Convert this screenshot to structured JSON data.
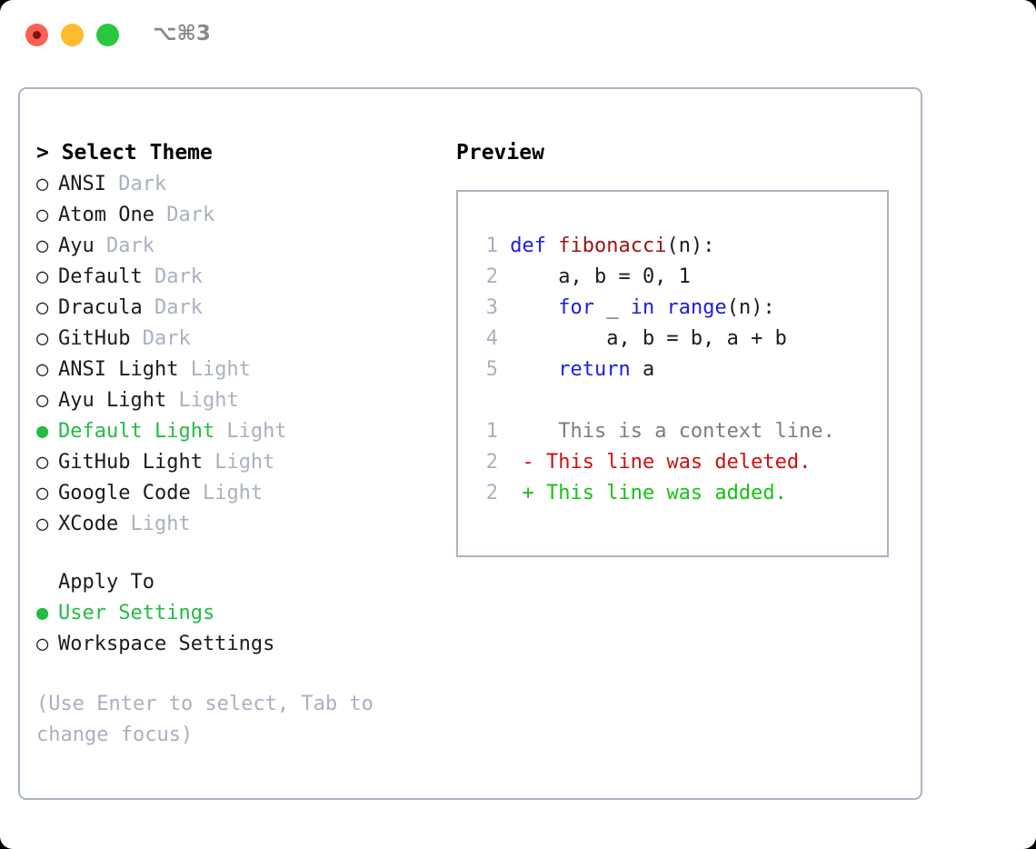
{
  "titlebar": {
    "shortcut": "⌥⌘3",
    "buttons": [
      {
        "name": "close",
        "color": "#fb5f56"
      },
      {
        "name": "minimize",
        "color": "#fdbc2e"
      },
      {
        "name": "maximize",
        "color": "#28c93f"
      }
    ]
  },
  "theme_picker": {
    "header": "> Select Theme",
    "bullet_selected": "●",
    "bullet_unselected": "○",
    "items": [
      {
        "bullet": "○",
        "name": "ANSI",
        "variant": "Dark",
        "selected": false
      },
      {
        "bullet": "○",
        "name": "Atom One",
        "variant": "Dark",
        "selected": false
      },
      {
        "bullet": "○",
        "name": "Ayu",
        "variant": "Dark",
        "selected": false
      },
      {
        "bullet": "○",
        "name": "Default",
        "variant": "Dark",
        "selected": false
      },
      {
        "bullet": "○",
        "name": "Dracula",
        "variant": "Dark",
        "selected": false
      },
      {
        "bullet": "○",
        "name": "GitHub",
        "variant": "Dark",
        "selected": false
      },
      {
        "bullet": "○",
        "name": "ANSI Light",
        "variant": "Light",
        "selected": false
      },
      {
        "bullet": "○",
        "name": "Ayu Light",
        "variant": "Light",
        "selected": false
      },
      {
        "bullet": "●",
        "name": "Default Light",
        "variant": "Light",
        "selected": true
      },
      {
        "bullet": "○",
        "name": "GitHub Light",
        "variant": "Light",
        "selected": false
      },
      {
        "bullet": "○",
        "name": "Google Code",
        "variant": "Light",
        "selected": false
      },
      {
        "bullet": "○",
        "name": "XCode",
        "variant": "Light",
        "selected": false
      }
    ]
  },
  "apply_to": {
    "header": "Apply To",
    "items": [
      {
        "bullet": "●",
        "name": "User Settings",
        "selected": true
      },
      {
        "bullet": "○",
        "name": "Workspace Settings",
        "selected": false
      }
    ]
  },
  "hint": "(Use Enter to select, Tab to change focus)",
  "preview": {
    "title": "Preview",
    "code_lines": [
      {
        "num": "1",
        "tokens": [
          {
            "t": " ",
            "c": "plain"
          },
          {
            "t": "def",
            "c": "kw"
          },
          {
            "t": " ",
            "c": "plain"
          },
          {
            "t": "fibonacci",
            "c": "fn"
          },
          {
            "t": "(n):",
            "c": "plain"
          }
        ]
      },
      {
        "num": "2",
        "tokens": [
          {
            "t": "     a, b = 0, 1",
            "c": "plain"
          }
        ]
      },
      {
        "num": "3",
        "tokens": [
          {
            "t": "     ",
            "c": "plain"
          },
          {
            "t": "for",
            "c": "kw"
          },
          {
            "t": " _ ",
            "c": "plain"
          },
          {
            "t": "in",
            "c": "kw"
          },
          {
            "t": " ",
            "c": "plain"
          },
          {
            "t": "range",
            "c": "kw"
          },
          {
            "t": "(n):",
            "c": "plain"
          }
        ]
      },
      {
        "num": "4",
        "tokens": [
          {
            "t": "         a, b = b, a + b",
            "c": "plain"
          }
        ]
      },
      {
        "num": "5",
        "tokens": [
          {
            "t": "     ",
            "c": "plain"
          },
          {
            "t": "return",
            "c": "kw"
          },
          {
            "t": " a",
            "c": "plain"
          }
        ]
      }
    ],
    "diff_lines": [
      {
        "num": "1",
        "marker": " ",
        "text": "  This is a context line.",
        "kind": "ctx"
      },
      {
        "num": "2",
        "marker": "-",
        "text": " This line was deleted.",
        "kind": "del"
      },
      {
        "num": "2",
        "marker": "+",
        "text": " This line was added.",
        "kind": "add"
      }
    ]
  },
  "colors": {
    "accent_green": "#22bb44",
    "muted": "#a8b1bf",
    "border": "#a9b3c2",
    "keyword": "#1c1ce0",
    "function": "#9c1313",
    "diff_add": "#15c215",
    "diff_del": "#cc1111",
    "context": "#7d7d7d"
  }
}
